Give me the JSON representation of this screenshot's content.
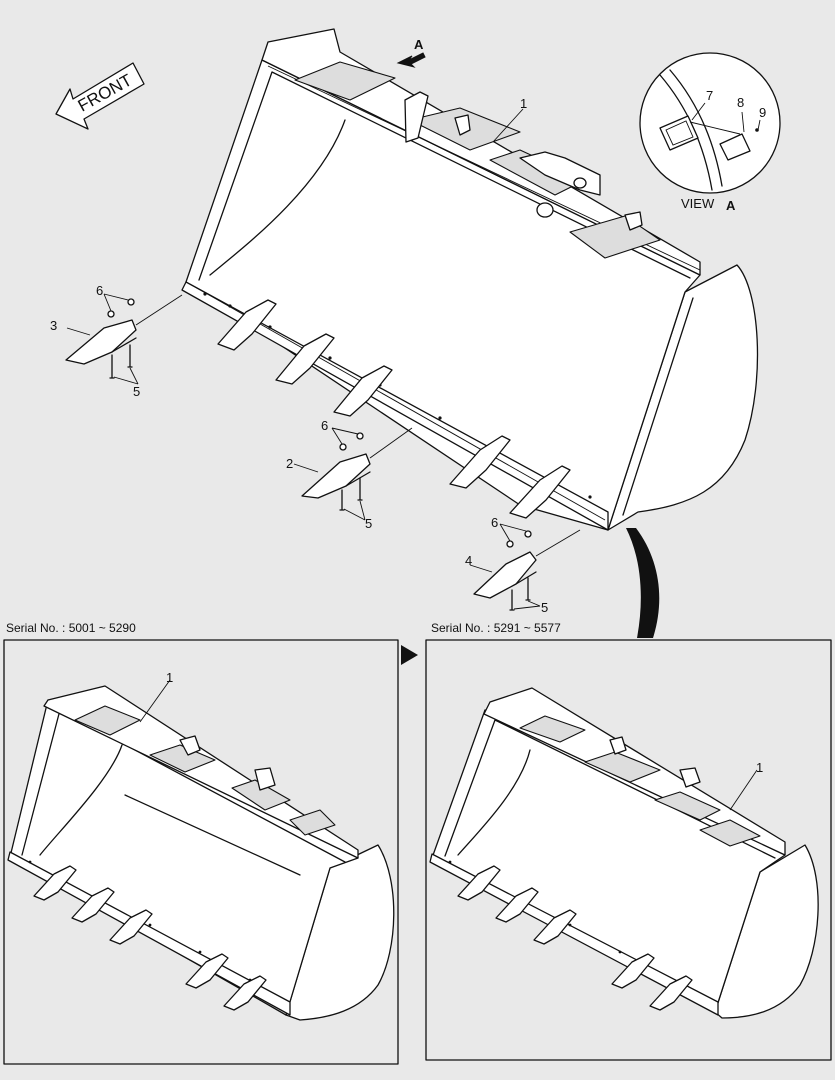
{
  "labels": {
    "front": "FRONT",
    "view_arrow": "A",
    "view_title": "VIEW",
    "view_letter": "A",
    "serial_left": "Serial No. : 5001 ~ 5290",
    "serial_right": "Serial No. : 5291 ~ 5577"
  },
  "callouts": {
    "c1_main": "1",
    "c1_left": "1",
    "c1_right": "1",
    "c2": "2",
    "c3": "3",
    "c4": "4",
    "c5_a": "5",
    "c5_b": "5",
    "c5_c": "5",
    "c6_a": "6",
    "c6_b": "6",
    "c6_c": "6",
    "c7": "7",
    "c8": "8",
    "c9": "9"
  },
  "colors": {
    "background": "#e9e9e9",
    "line": "#111111",
    "fill": "#ffffff"
  }
}
